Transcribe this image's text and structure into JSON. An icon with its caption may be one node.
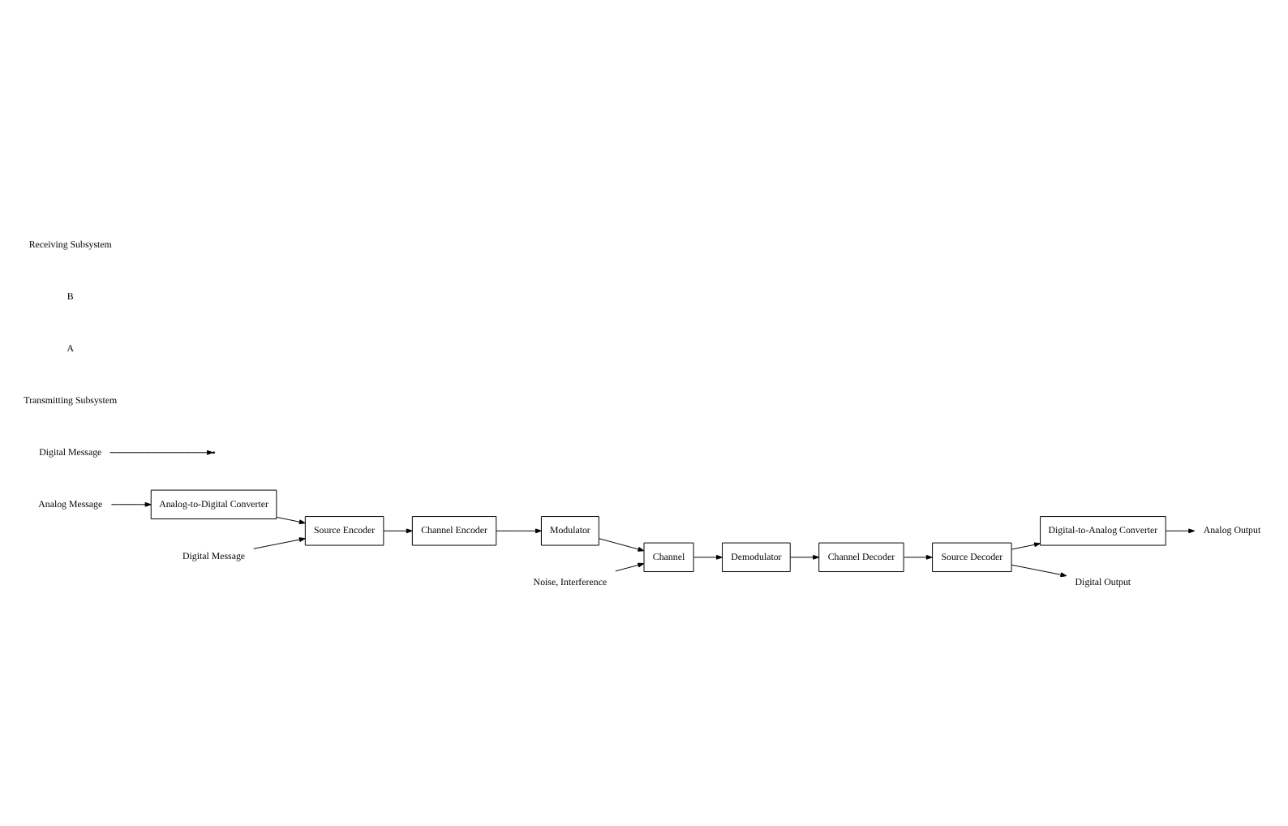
{
  "diagram": {
    "nodes": [
      {
        "text": [
          "Analog Message"
        ]
      },
      {
        "text": [
          "Analog-to-Digital Converter"
        ]
      },
      {
        "text": [
          "Digital Message"
        ]
      },
      {
        "text": [
          "Source Encoder"
        ]
      },
      {
        "text": [
          "Channel Encoder"
        ]
      },
      {
        "text": [
          "Modulator"
        ]
      },
      {
        "text": [
          "Digital Message"
        ]
      },
      {
        "text": [
          "Noise, Interference"
        ]
      },
      {
        "text": [
          "Channel"
        ]
      },
      {
        "text": [
          "Analog Output"
        ]
      },
      {
        "text": [
          "Digital-to-Analog Converter"
        ]
      },
      {
        "text": [
          "Source Decoder"
        ]
      },
      {
        "text": [
          "Channel Decoder"
        ]
      },
      {
        "text": [
          "Demodulator"
        ]
      },
      {
        "text": [
          "Digital Output"
        ]
      }
    ],
    "edges": [
      {
        "from": 0,
        "to": 1,
        "arrow": "to"
      },
      {
        "from": 1,
        "to": 3,
        "arrow": "to"
      },
      {
        "from": 6,
        "to": 3,
        "arrow": "to"
      },
      {
        "from": 2,
        "to": null,
        "arrow": "to"
      },
      {
        "from": 3,
        "to": 4,
        "arrow": "to"
      },
      {
        "from": 4,
        "to": 5,
        "arrow": "to"
      },
      {
        "from": 5,
        "to": 8,
        "arrow": "to"
      },
      {
        "from": 7,
        "to": 8,
        "arrow": "to"
      },
      {
        "from": 8,
        "to": 13,
        "arrow": "to"
      },
      {
        "from": 13,
        "to": 12,
        "arrow": "to"
      },
      {
        "from": 12,
        "to": 11,
        "arrow": "to"
      },
      {
        "from": 11,
        "to": 10,
        "arrow": "to"
      },
      {
        "from": 10,
        "to": 9,
        "arrow": "to"
      },
      {
        "from": 11,
        "to": 14,
        "arrow": "to"
      }
    ],
    "labels": [
      "Transmitting Subsystem",
      "A",
      "B",
      "Receiving Subsystem"
    ]
  }
}
